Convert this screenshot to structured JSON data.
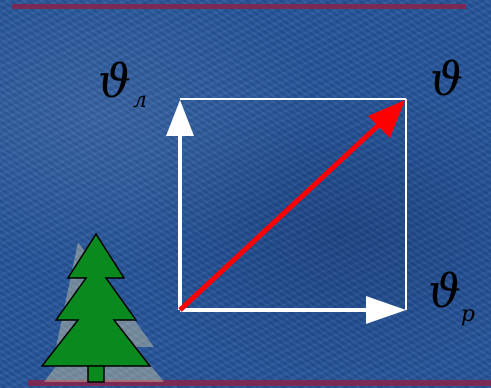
{
  "labels": {
    "v_left_symbol": "ϑ",
    "v_left_subscript": "л",
    "v_total_symbol": "ϑ",
    "v_right_symbol": "ϑ",
    "v_right_subscript": "p"
  },
  "colors": {
    "background": "#25559b",
    "frame": "#ffffff",
    "resultant_vector": "#ff0000",
    "tree": "#0a8a1e",
    "bars": "#7a2a55"
  },
  "icons": [
    "tree-icon"
  ]
}
